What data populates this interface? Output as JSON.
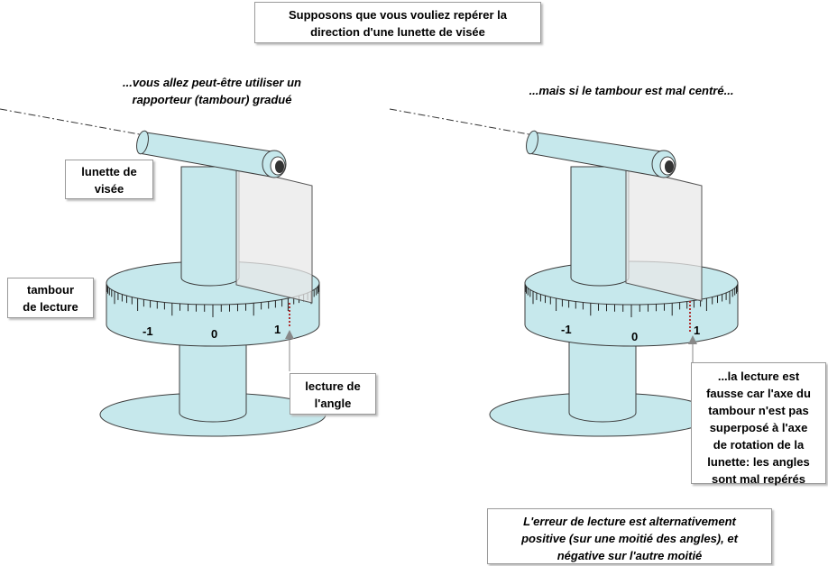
{
  "title": [
    "Supposons que vous vouliez repérer la",
    "direction d'une lunette de visée"
  ],
  "left": {
    "caption": [
      "...vous allez peut-être utiliser un",
      "rapporteur (tambour) gradué"
    ],
    "label_lunette": [
      "lunette de",
      "visée"
    ],
    "label_tambour": [
      "tambour",
      "de lecture"
    ],
    "label_lecture": [
      "lecture de",
      "l'angle"
    ],
    "scale": [
      "-1",
      "0",
      "1"
    ]
  },
  "right": {
    "caption": "...mais si le tambour est mal centré...",
    "label_error": [
      "...la lecture est",
      "fausse car l'axe du",
      "tambour n'est pas",
      "superposé à l'axe",
      "de rotation de la",
      "lunette: les angles",
      "sont mal repérés"
    ],
    "scale": [
      "-1",
      "0",
      "1"
    ]
  },
  "conclusion": [
    "L'erreur de lecture est alternativement",
    "positive  (sur une moitié des angles), et",
    "négative sur l'autre moitié"
  ],
  "colors": {
    "fill": "#c6e8ec",
    "stroke": "#3c3c3c",
    "pointer": "#b03030",
    "plate": "#e8e8e8"
  }
}
